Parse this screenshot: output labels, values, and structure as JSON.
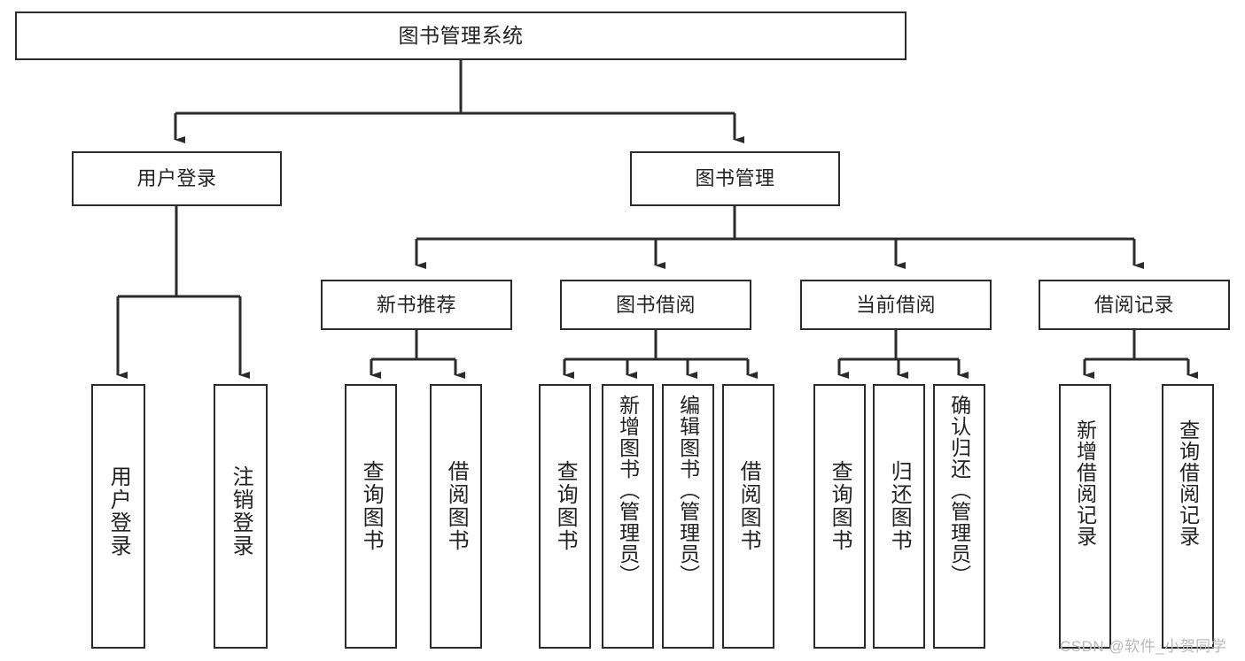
{
  "diagram": {
    "title": "图书管理系统",
    "type": "tree",
    "theme": {
      "background": "#ffffff",
      "box_border": "#2b2b2b",
      "box_fill": "#ffffff",
      "text": "#222222",
      "connector": "#2b2b2b",
      "watermark": "#b9b9b9"
    },
    "nodes": {
      "root": {
        "label": "图书管理系统",
        "level": 1
      },
      "user_login": {
        "label": "用户登录",
        "level": 2
      },
      "book_manage": {
        "label": "图书管理",
        "level": 2
      },
      "new_book_rec": {
        "label": "新书推荐",
        "level": 3
      },
      "book_borrow": {
        "label": "图书借阅",
        "level": 3
      },
      "current_borrow": {
        "label": "当前借阅",
        "level": 3
      },
      "borrow_record": {
        "label": "借阅记录",
        "level": 3
      },
      "leaf_user_login": {
        "label": "用户登录",
        "level": 4
      },
      "leaf_logout": {
        "label": "注销登录",
        "level": 4
      },
      "leaf_query_book_a": {
        "label": "查询图书",
        "level": 4
      },
      "leaf_borrow_book_a": {
        "label": "借阅图书",
        "level": 4
      },
      "leaf_query_book_b": {
        "label": "查询图书",
        "level": 4
      },
      "leaf_add_book": {
        "label": "新增图书（管理员）",
        "level": 4
      },
      "leaf_edit_book": {
        "label": "编辑图书（管理员）",
        "level": 4
      },
      "leaf_borrow_book_b": {
        "label": "借阅图书",
        "level": 4
      },
      "leaf_query_book_c": {
        "label": "查询图书",
        "level": 4
      },
      "leaf_return_book": {
        "label": "归还图书",
        "level": 4
      },
      "leaf_confirm_return": {
        "label": "确认归还（管理员）",
        "level": 4
      },
      "leaf_add_record": {
        "label": "新增借阅记录",
        "level": 4
      },
      "leaf_query_record": {
        "label": "查询借阅记录",
        "level": 4
      }
    },
    "edges": [
      {
        "from": "root",
        "to": "user_login"
      },
      {
        "from": "root",
        "to": "book_manage"
      },
      {
        "from": "book_manage",
        "to": "new_book_rec"
      },
      {
        "from": "book_manage",
        "to": "book_borrow"
      },
      {
        "from": "book_manage",
        "to": "current_borrow"
      },
      {
        "from": "book_manage",
        "to": "borrow_record"
      },
      {
        "from": "user_login",
        "to": "leaf_user_login"
      },
      {
        "from": "user_login",
        "to": "leaf_logout"
      },
      {
        "from": "new_book_rec",
        "to": "leaf_query_book_a"
      },
      {
        "from": "new_book_rec",
        "to": "leaf_borrow_book_a"
      },
      {
        "from": "book_borrow",
        "to": "leaf_query_book_b"
      },
      {
        "from": "book_borrow",
        "to": "leaf_add_book"
      },
      {
        "from": "book_borrow",
        "to": "leaf_edit_book"
      },
      {
        "from": "book_borrow",
        "to": "leaf_borrow_book_b"
      },
      {
        "from": "current_borrow",
        "to": "leaf_query_book_c"
      },
      {
        "from": "current_borrow",
        "to": "leaf_return_book"
      },
      {
        "from": "current_borrow",
        "to": "leaf_confirm_return"
      },
      {
        "from": "borrow_record",
        "to": "leaf_add_record"
      },
      {
        "from": "borrow_record",
        "to": "leaf_query_record"
      }
    ]
  },
  "watermark": {
    "text": "CSDN @软件_小贺同学"
  }
}
